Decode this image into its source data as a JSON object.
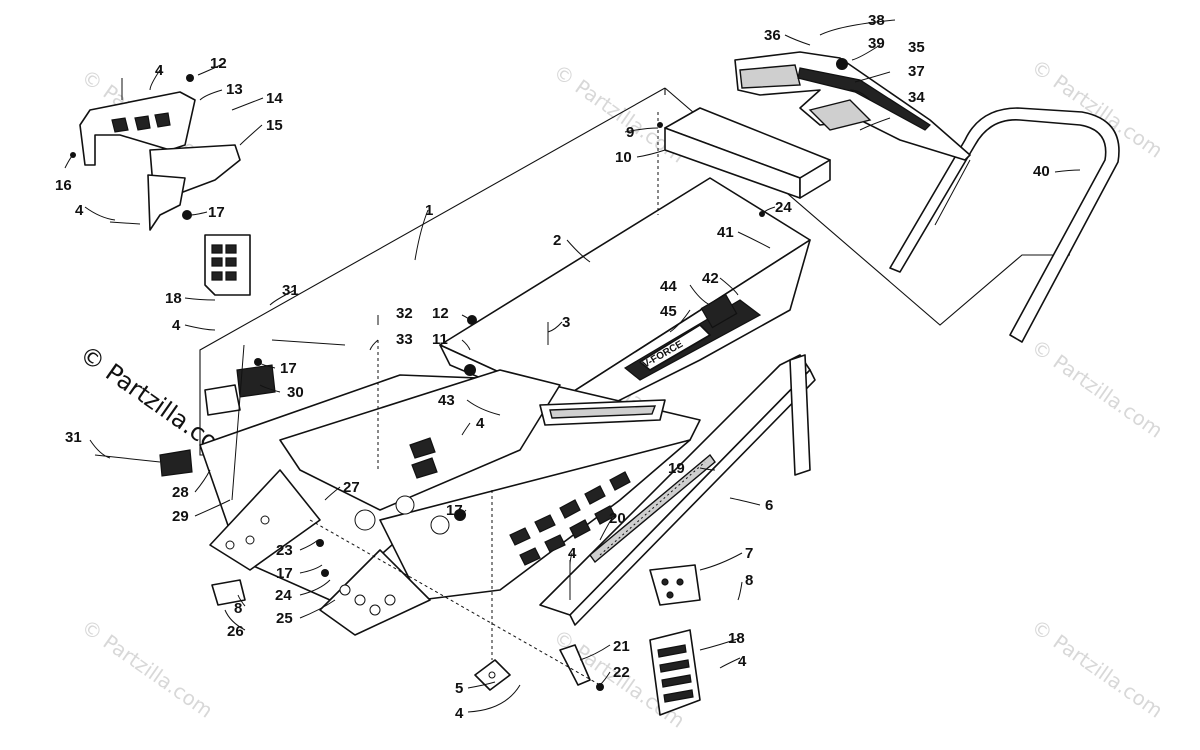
{
  "watermark": {
    "main": "© Partzilla.com",
    "faint": "© Partzilla.com"
  },
  "callouts": {
    "c1": "1",
    "c2": "2",
    "c3": "3",
    "c4a": "4",
    "c4b": "4",
    "c4c": "4",
    "c4d": "4",
    "c4e": "4",
    "c4f": "4",
    "c4g": "4",
    "c5": "5",
    "c6": "6",
    "c7": "7",
    "c8a": "8",
    "c8b": "8",
    "c9": "9",
    "c10": "10",
    "c11": "11",
    "c12a": "12",
    "c12b": "12",
    "c13": "13",
    "c14": "14",
    "c15": "15",
    "c16": "16",
    "c17a": "17",
    "c17b": "17",
    "c17c": "17",
    "c17d": "17",
    "c18a": "18",
    "c18b": "18",
    "c19": "19",
    "c20": "20",
    "c21": "21",
    "c22": "22",
    "c23": "23",
    "c24a": "24",
    "c24b": "24",
    "c25": "25",
    "c26": "26",
    "c27": "27",
    "c28": "28",
    "c29": "29",
    "c30": "30",
    "c31a": "31",
    "c31b": "31",
    "c32": "32",
    "c33": "33",
    "c34": "34",
    "c35": "35",
    "c36": "36",
    "c37": "37",
    "c38": "38",
    "c39": "39",
    "c40": "40",
    "c41": "41",
    "c42": "42",
    "c43": "43",
    "c44": "44",
    "c45": "45"
  },
  "decal_text": "V-FORCE"
}
